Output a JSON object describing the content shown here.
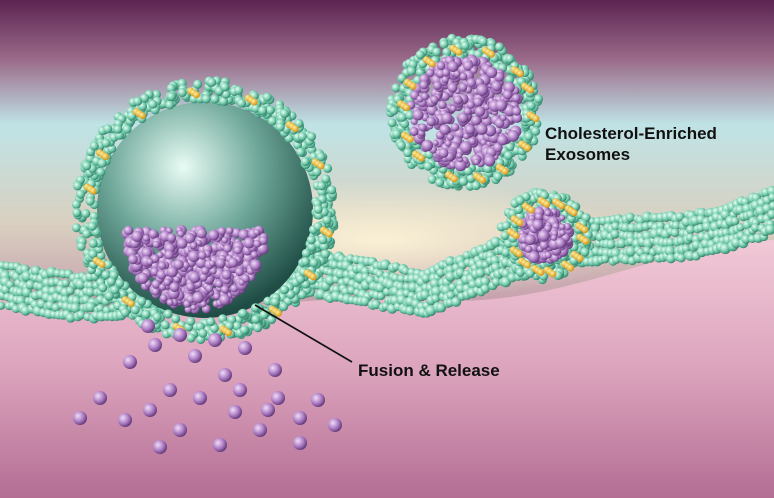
{
  "labels": {
    "exosomes": [
      "Cholesterol-Enriched",
      "Exosomes"
    ],
    "fusion": "Fusion & Release"
  },
  "colors": {
    "membrane": "#7fd1b5",
    "cargo": "#a070b8",
    "cholesterol": "#f2b21c",
    "sky_top": "#5b2451",
    "sky_mid": "#bfe3e6",
    "tissue": "#dca4bd"
  }
}
